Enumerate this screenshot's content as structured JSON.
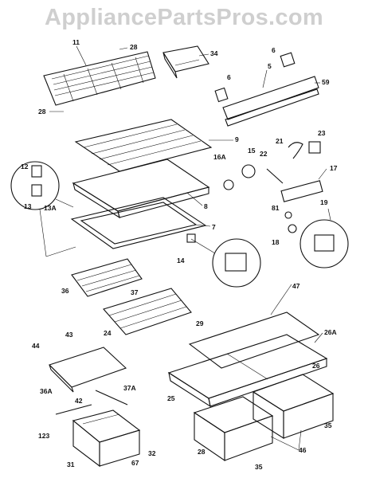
{
  "watermark": "AppliancePartsPros.com",
  "labels": {
    "l11": "11",
    "l28a": "28",
    "l28b": "28",
    "l34": "34",
    "l6a": "6",
    "l6b": "6",
    "l5": "5",
    "l59": "59",
    "l9": "9",
    "l12": "12",
    "l13": "13",
    "l13a": "13A",
    "l16a": "16A",
    "l15": "15",
    "l21": "21",
    "l23": "23",
    "l22": "22",
    "l17": "17",
    "l8": "8",
    "l7": "7",
    "l81": "81",
    "l19": "19",
    "l18": "18",
    "l14": "14",
    "l36": "36",
    "l37": "37",
    "l24": "24",
    "l29": "29",
    "l47": "47",
    "l26a": "26A",
    "l26": "26",
    "l43": "43",
    "l44": "44",
    "l36a": "36A",
    "l37a": "37A",
    "l42": "42",
    "l123": "123",
    "l31": "31",
    "l67": "67",
    "l32": "32",
    "l25": "25",
    "l28c": "28",
    "l35a": "35",
    "l35b": "35",
    "l46": "46"
  }
}
